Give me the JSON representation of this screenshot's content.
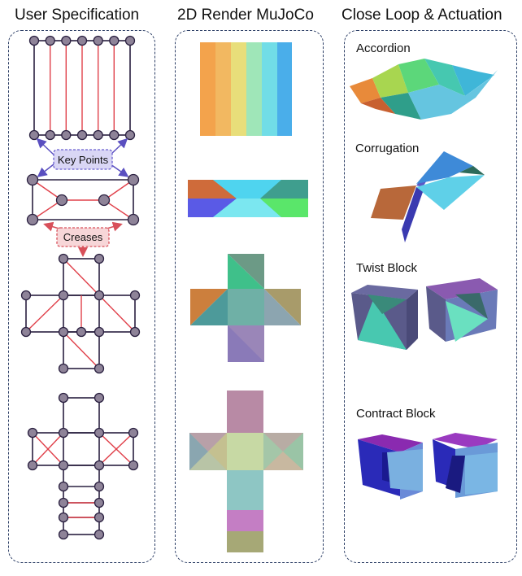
{
  "columns": {
    "user_spec": "User Specification",
    "render": "2D Render MuJoCo",
    "actuation": "Close Loop & Actuation"
  },
  "annotations": {
    "key_points": "Key Points",
    "creases": "Creases"
  },
  "actuation_items": [
    {
      "label": "Accordion"
    },
    {
      "label": "Corrugation"
    },
    {
      "label": "Twist Block"
    },
    {
      "label": "Contract Block"
    }
  ],
  "colors": {
    "panel_border": "#2d3f66",
    "node_fill": "#8e8398",
    "edge": "#2a2040",
    "crease": "#e0404a",
    "key_box_fill": "#d9d6f5",
    "key_box_border": "#6a5fd0",
    "crease_box_fill": "#f7d6d8",
    "crease_box_border": "#d8505a"
  }
}
